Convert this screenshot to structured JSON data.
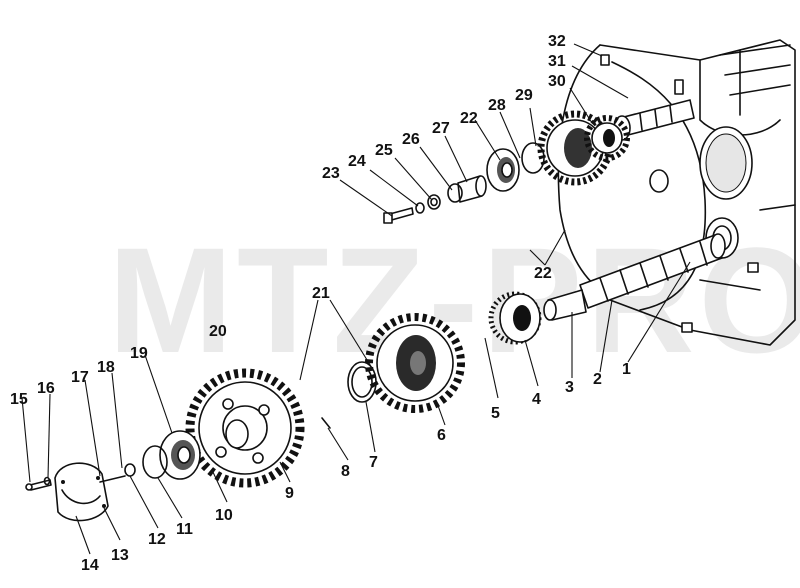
{
  "watermark": "MTZ-PRO",
  "callouts": [
    "1",
    "2",
    "3",
    "4",
    "5",
    "6",
    "7",
    "8",
    "9",
    "10",
    "11",
    "12",
    "13",
    "14",
    "15",
    "16",
    "17",
    "18",
    "19",
    "20",
    "21",
    "22",
    "22",
    "23",
    "24",
    "25",
    "26",
    "27",
    "28",
    "29",
    "30",
    "31",
    "32"
  ]
}
